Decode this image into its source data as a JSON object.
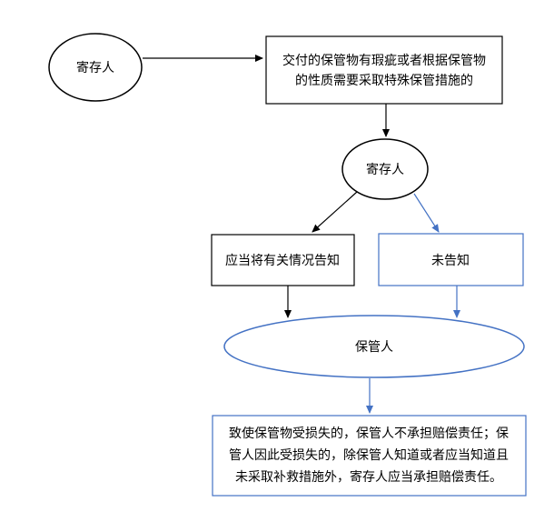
{
  "diagram": {
    "nodes": {
      "depositor_top": "寄存人",
      "condition_lines": [
        "交付的保管物有瑕疵或者根据保管物",
        "的性质需要采取特殊保管措施的"
      ],
      "depositor_mid": "寄存人",
      "informed": "应当将有关情况告知",
      "not_informed": "未告知",
      "custodian": "保管人",
      "result_lines": [
        "致使保管物受损失的，保管人不承担赔偿责任；保",
        "管人因此受损失的，除保管人知道或者应当知道且",
        "未采取补救措施外，寄存人应当承担赔偿责任。"
      ]
    },
    "colors": {
      "black": "#000000",
      "blue": "#4472c4",
      "background": "#ffffff"
    }
  }
}
